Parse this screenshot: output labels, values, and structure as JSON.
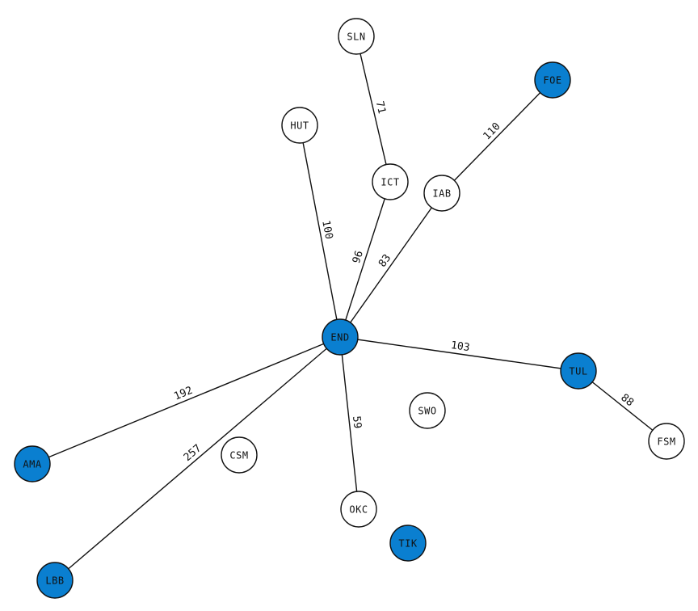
{
  "graph": {
    "colors": {
      "highlight": "#0a7fd0",
      "normal": "#ffffff",
      "stroke": "#111111"
    },
    "nodes": [
      {
        "id": "SLN",
        "label": "SLN",
        "highlighted": false
      },
      {
        "id": "FOE",
        "label": "FOE",
        "highlighted": true
      },
      {
        "id": "HUT",
        "label": "HUT",
        "highlighted": false
      },
      {
        "id": "ICT",
        "label": "ICT",
        "highlighted": false
      },
      {
        "id": "IAB",
        "label": "IAB",
        "highlighted": false
      },
      {
        "id": "END",
        "label": "END",
        "highlighted": true
      },
      {
        "id": "TUL",
        "label": "TUL",
        "highlighted": true
      },
      {
        "id": "SWO",
        "label": "SWO",
        "highlighted": false
      },
      {
        "id": "FSM",
        "label": "FSM",
        "highlighted": false
      },
      {
        "id": "AMA",
        "label": "AMA",
        "highlighted": true
      },
      {
        "id": "CSM",
        "label": "CSM",
        "highlighted": false
      },
      {
        "id": "OKC",
        "label": "OKC",
        "highlighted": false
      },
      {
        "id": "TIK",
        "label": "TIK",
        "highlighted": true
      },
      {
        "id": "LBB",
        "label": "LBB",
        "highlighted": true
      }
    ],
    "edges": [
      {
        "from": "SLN",
        "to": "ICT",
        "label": "71"
      },
      {
        "from": "FOE",
        "to": "IAB",
        "label": "110"
      },
      {
        "from": "HUT",
        "to": "END",
        "label": "100"
      },
      {
        "from": "ICT",
        "to": "END",
        "label": "96"
      },
      {
        "from": "IAB",
        "to": "END",
        "label": "83"
      },
      {
        "from": "END",
        "to": "TUL",
        "label": "103"
      },
      {
        "from": "TUL",
        "to": "FSM",
        "label": "88"
      },
      {
        "from": "END",
        "to": "AMA",
        "label": "192"
      },
      {
        "from": "END",
        "to": "LBB",
        "label": "257"
      },
      {
        "from": "END",
        "to": "OKC",
        "label": "59"
      }
    ]
  }
}
